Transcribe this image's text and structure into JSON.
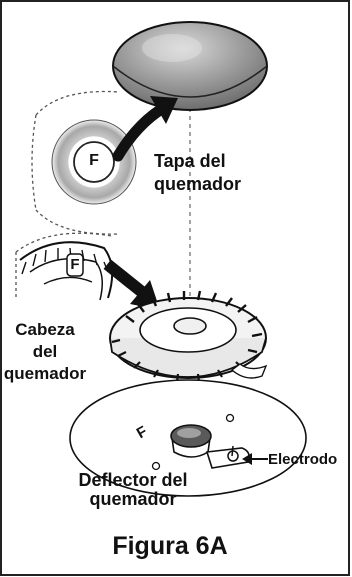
{
  "labels": {
    "burner_cap_line1": "Tapa del",
    "burner_cap_line2": "quemador",
    "burner_head_line1": "Cabeza",
    "burner_head_line2": "del",
    "burner_head_line3": "quemador",
    "electrode": "Electrodo",
    "deflector_line1": "Deflector del",
    "deflector_line2": "quemador",
    "figure_caption": "Figura 6A",
    "f_mark_cap": "F",
    "f_mark_head": "F",
    "f_mark_deflector": "F"
  },
  "colors": {
    "line": "#111111",
    "cap_fill": "#8f8f8f",
    "cap_highlight": "#cfcfcf",
    "head_fill": "#f2f2f2",
    "inset_ring": "#b5b5b5",
    "hatch": "#9a9a9a"
  },
  "icons": {
    "cap_pointer": "curved-arrow",
    "head_pointer": "straight-arrow",
    "electrode_pointer": "small-arrow"
  }
}
